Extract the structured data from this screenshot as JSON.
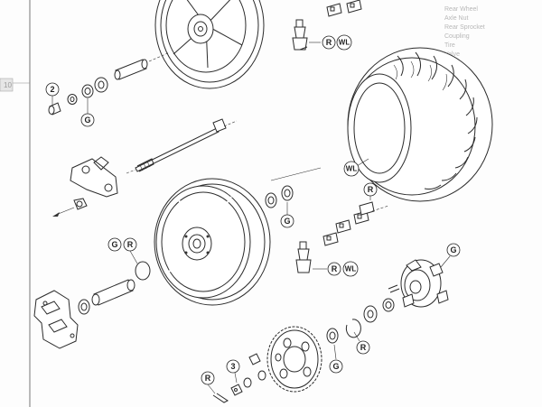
{
  "callouts": {
    "item_2": "2",
    "item_3": "3",
    "g": "G",
    "r": "R",
    "wl": "WL",
    "rwl_top_r": "R",
    "rwl_top_wl": "WL",
    "rwl_mid_r": "R",
    "rwl_mid_wl": "WL",
    "gr_g": "G",
    "gr_r": "R"
  },
  "ghost_text": {
    "right_top": [
      "Rear Wheel",
      "Axle Nut",
      "Rear Sprocket",
      "Coupling",
      "Tire",
      "Valve"
    ],
    "side_tab": "10"
  }
}
